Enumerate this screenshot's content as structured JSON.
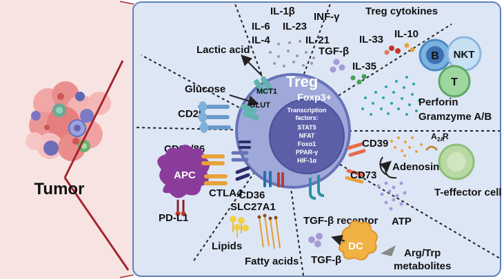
{
  "left_panel": {
    "tumor_label": "Tumor"
  },
  "treg": {
    "title": "Treg",
    "subtitle": "Foxp3+",
    "tf_heading": "Transcription factors:",
    "tf_items": [
      "STAT5",
      "NFAT",
      "Foxo1",
      "PPAR-γ",
      "HIF-1α"
    ]
  },
  "labels": {
    "il1b": "IL-1β",
    "il6": "IL-6",
    "il23": "IL-23",
    "infg": "INF-γ",
    "il4": "IL-4",
    "il21": "IL-21",
    "treg_cytokines": "Treg cytokines",
    "il33": "IL-33",
    "il10": "IL-10",
    "tgfb_cyt": "TGF-β",
    "il35": "IL-35",
    "lactic_acid": "Lactic acid",
    "glucose": "Glucose",
    "mct1": "MCT1",
    "glut": "GLUT",
    "cd25": "CD25",
    "b_cell": "B",
    "nkt_cell": "NKT",
    "t_cell": "T",
    "perforin": "Perforin",
    "granzyme": "Gramzyme A/B",
    "cd39": "CD39",
    "a2ar_main": "A",
    "a2ar_sub": "2A",
    "a2ar_end": "R",
    "adenosine": "Adenosine",
    "cd73": "CD73",
    "t_effector": "T-effector cell",
    "atp": "ATP",
    "cd8086": "CD80/86",
    "apc": "APC",
    "ctla4": "CTLA4",
    "pdl1": "PD-L1",
    "cd36": "CD36",
    "slc27a1": "SLC27A1",
    "lipids": "Lipids",
    "fatty_acids": "Fatty acids",
    "tgfb_receptor": "TGF-β receptor",
    "tgfb_dc": "TGF-β",
    "dc": "DC",
    "argtrp1": "Arg/Trp",
    "argtrp2": "metabolites"
  },
  "colors": {
    "panel_fill": "#dde6f5",
    "panel_stroke": "#5f7fb6",
    "left_bg": "#f7e4e2",
    "tumor_line": "#a4252f",
    "treg_fill": "#9ea8d9",
    "treg_stroke": "#6672b8",
    "tf_fill": "#5b5fa8",
    "apc": "#8a3c9a",
    "dc": "#f0b145",
    "effector": "#b8d8a4"
  }
}
